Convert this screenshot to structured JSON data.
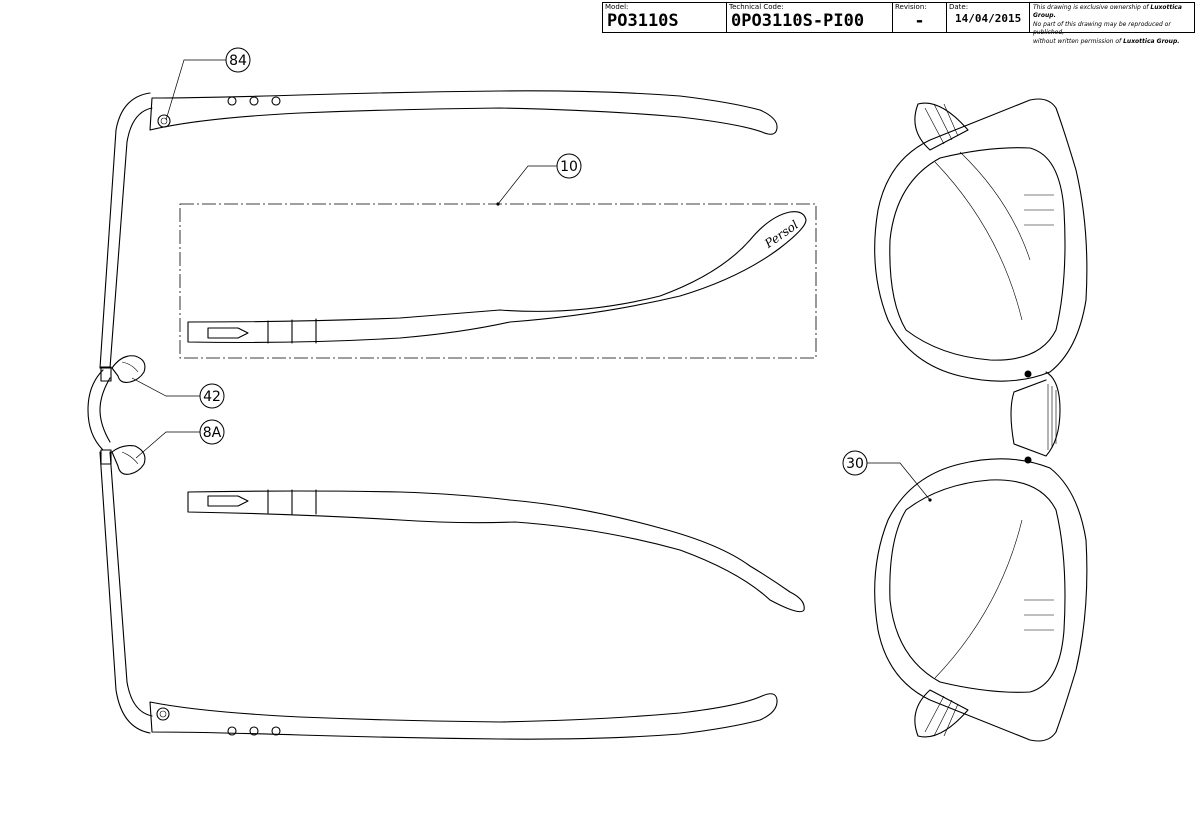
{
  "title_block": {
    "model_label": "Model:",
    "model_value": "PO3110S",
    "technical_code_label": "Technical Code:",
    "technical_code_value": "0PO3110S-PI00",
    "revision_label": "Revision:",
    "revision_value": "-",
    "date_label": "Date:",
    "date_value": "14/04/2015",
    "notice_line1_prefix": "This drawing is exclusive ownership of ",
    "notice_line1_bold": "Luxottica Group.",
    "notice_line2": "No part of this drawing may be reproduced or published,",
    "notice_line3_prefix": "without written permission of ",
    "notice_line3_bold": "Luxottica Group."
  },
  "callouts": {
    "c84": "84",
    "c10": "10",
    "c42": "42",
    "c8a": "8A",
    "c30": "30"
  },
  "temple_logo": "Persol"
}
